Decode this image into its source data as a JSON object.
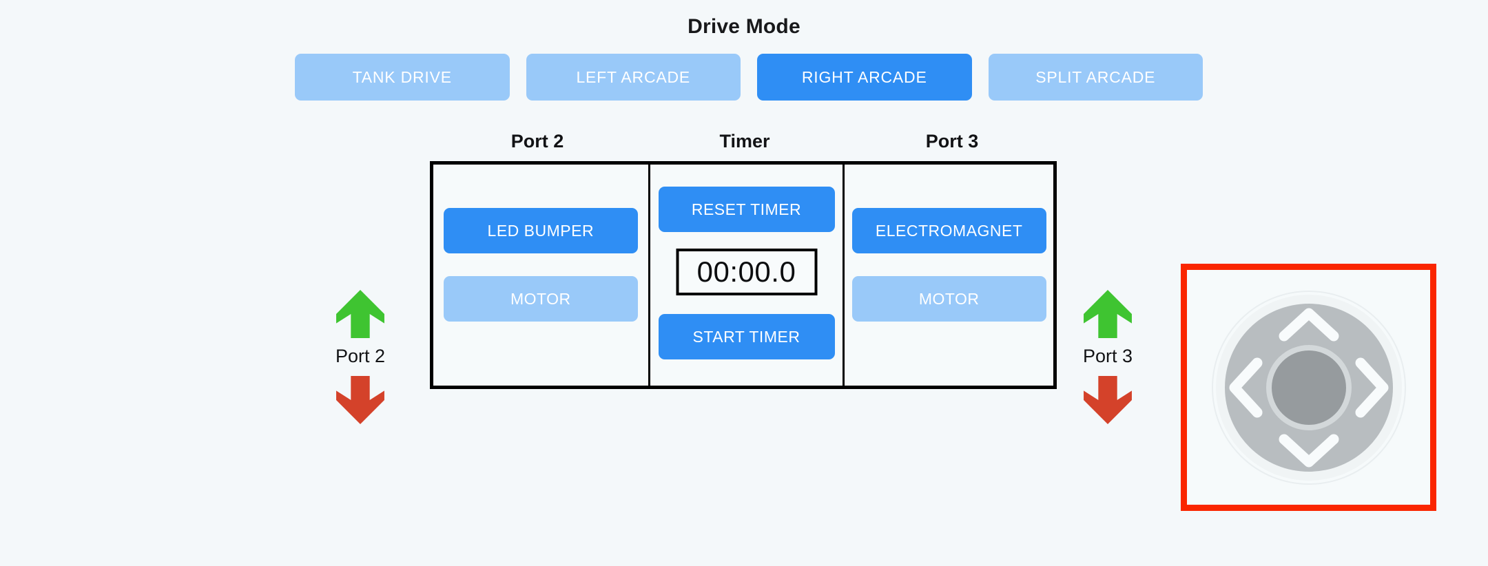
{
  "header": {
    "title": "Drive Mode"
  },
  "drive_modes": [
    {
      "label": "TANK DRIVE",
      "active": false,
      "name": "tank-drive"
    },
    {
      "label": "LEFT ARCADE",
      "active": false,
      "name": "left-arcade"
    },
    {
      "label": "RIGHT ARCADE",
      "active": true,
      "name": "right-arcade"
    },
    {
      "label": "SPLIT ARCADE",
      "active": false,
      "name": "split-arcade"
    }
  ],
  "columns": {
    "headers": [
      "Port 2",
      "Timer",
      "Port 3"
    ]
  },
  "port2_panel": {
    "buttons": [
      {
        "label": "LED BUMPER",
        "state": "on"
      },
      {
        "label": "MOTOR",
        "state": "off"
      }
    ]
  },
  "timer_panel": {
    "reset_label": "RESET TIMER",
    "start_label": "START TIMER",
    "display": "00:00.0"
  },
  "port3_panel": {
    "buttons": [
      {
        "label": "ELECTROMAGNET",
        "state": "on"
      },
      {
        "label": "MOTOR",
        "state": "off"
      }
    ]
  },
  "port_clusters": [
    {
      "label": "Port 2",
      "up_icon": "green-up-arrow-icon",
      "down_icon": "red-down-arrow-icon"
    },
    {
      "label": "Port 3",
      "up_icon": "green-up-arrow-icon",
      "down_icon": "red-down-arrow-icon"
    }
  ],
  "dpad": {
    "name": "directional-pad",
    "directions": [
      "up",
      "right",
      "down",
      "left"
    ],
    "highlighted": true
  },
  "colors": {
    "page_background": "#f4f8fa",
    "accent_active": "#2f8ef4",
    "accent_inactive": "#99c9f9",
    "arrow_up": "#3fc431",
    "arrow_down": "#d4422a",
    "highlight_border": "#fa2600",
    "panel_border": "#000000",
    "dpad_ring": "#b8bdc0",
    "dpad_center": "#969b9e"
  }
}
